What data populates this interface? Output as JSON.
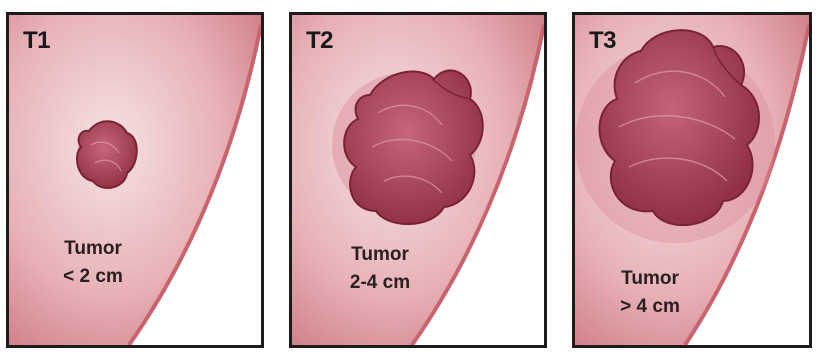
{
  "panels": [
    {
      "tag": "T1",
      "caption_line1": "Tumor",
      "caption_line2": "< 2 cm"
    },
    {
      "tag": "T2",
      "caption_line1": "Tumor",
      "caption_line2": "2-4 cm"
    },
    {
      "tag": "T3",
      "caption_line1": "Tumor",
      "caption_line2": "> 4 cm"
    }
  ],
  "colors": {
    "skin": "#e7b1b6",
    "skin_edge": "#c9646e",
    "tumor": "#b5475a",
    "tumor_dark": "#8a2b3d",
    "frame": "#1f1a1b"
  }
}
